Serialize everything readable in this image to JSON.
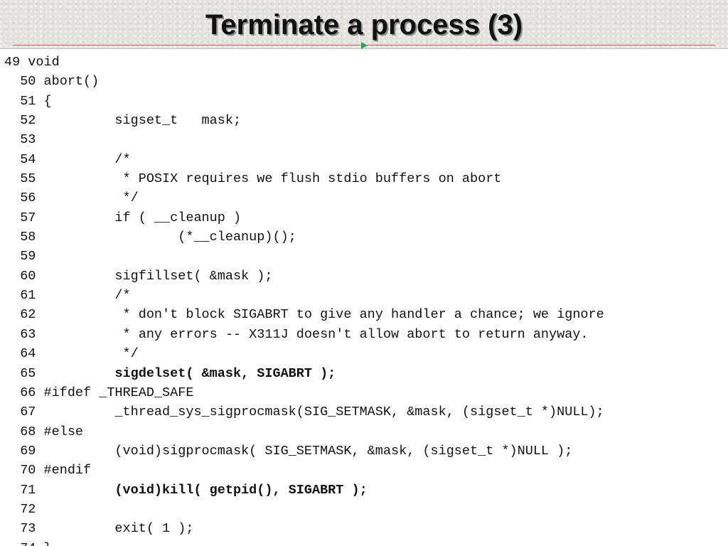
{
  "slide": {
    "title": "Terminate a process (3)"
  },
  "colors": {
    "rule": "#d9534f",
    "marker": "#2fa84f",
    "header_bg": "#e4e2dd"
  },
  "code": {
    "lines": [
      {
        "text": "49 void",
        "bold": false
      },
      {
        "text": "  50 abort()",
        "bold": false
      },
      {
        "text": "  51 {",
        "bold": false
      },
      {
        "text": "  52          sigset_t   mask;",
        "bold": false
      },
      {
        "text": "  53",
        "bold": false
      },
      {
        "text": "  54          /*",
        "bold": false
      },
      {
        "text": "  55           * POSIX requires we flush stdio buffers on abort",
        "bold": false
      },
      {
        "text": "  56           */",
        "bold": false
      },
      {
        "text": "  57          if ( __cleanup )",
        "bold": false
      },
      {
        "text": "  58                  (*__cleanup)();",
        "bold": false
      },
      {
        "text": "  59",
        "bold": false
      },
      {
        "text": "  60          sigfillset( &mask );",
        "bold": false
      },
      {
        "text": "  61          /*",
        "bold": false
      },
      {
        "text": "  62           * don't block SIGABRT to give any handler a chance; we ignore",
        "bold": false
      },
      {
        "text": "  63           * any errors -- X311J doesn't allow abort to return anyway.",
        "bold": false
      },
      {
        "text": "  64           */",
        "bold": false
      },
      {
        "prefix": "  65          ",
        "text": "sigdelset( &mask, SIGABRT );",
        "bold": true
      },
      {
        "text": "  66 #ifdef _THREAD_SAFE",
        "bold": false
      },
      {
        "text": "  67          _thread_sys_sigprocmask(SIG_SETMASK, &mask, (sigset_t *)NULL);",
        "bold": false
      },
      {
        "text": "  68 #else",
        "bold": false
      },
      {
        "text": "  69          (void)sigprocmask( SIG_SETMASK, &mask, (sigset_t *)NULL );",
        "bold": false
      },
      {
        "text": "  70 #endif",
        "bold": false
      },
      {
        "prefix": "  71          ",
        "text": "(void)kill( getpid(), SIGABRT );",
        "bold": true
      },
      {
        "text": "  72",
        "bold": false
      },
      {
        "text": "  73          exit( 1 );",
        "bold": false
      },
      {
        "text": "  74 }",
        "bold": false
      }
    ]
  }
}
